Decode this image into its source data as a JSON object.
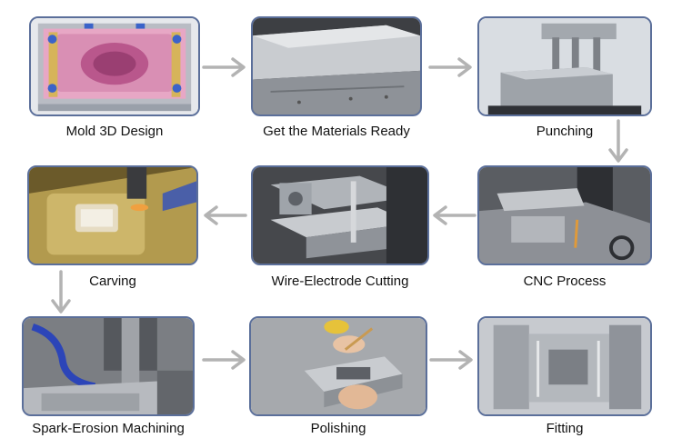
{
  "steps": [
    {
      "id": 1,
      "label": "Mold 3D Design"
    },
    {
      "id": 2,
      "label": "Get the Materials Ready"
    },
    {
      "id": 3,
      "label": "Punching"
    },
    {
      "id": 4,
      "label": "CNC Process"
    },
    {
      "id": 5,
      "label": "Wire-Electrode Cutting"
    },
    {
      "id": 6,
      "label": "Carving"
    },
    {
      "id": 7,
      "label": "Spark-Erosion Machining"
    },
    {
      "id": 8,
      "label": "Polishing"
    },
    {
      "id": 9,
      "label": "Fitting"
    }
  ],
  "flow": [
    "right",
    "right",
    "down",
    "left",
    "left",
    "down",
    "right",
    "right"
  ],
  "colors": {
    "frame": "#5b6f9a",
    "arrow": "#b3b3b3"
  }
}
